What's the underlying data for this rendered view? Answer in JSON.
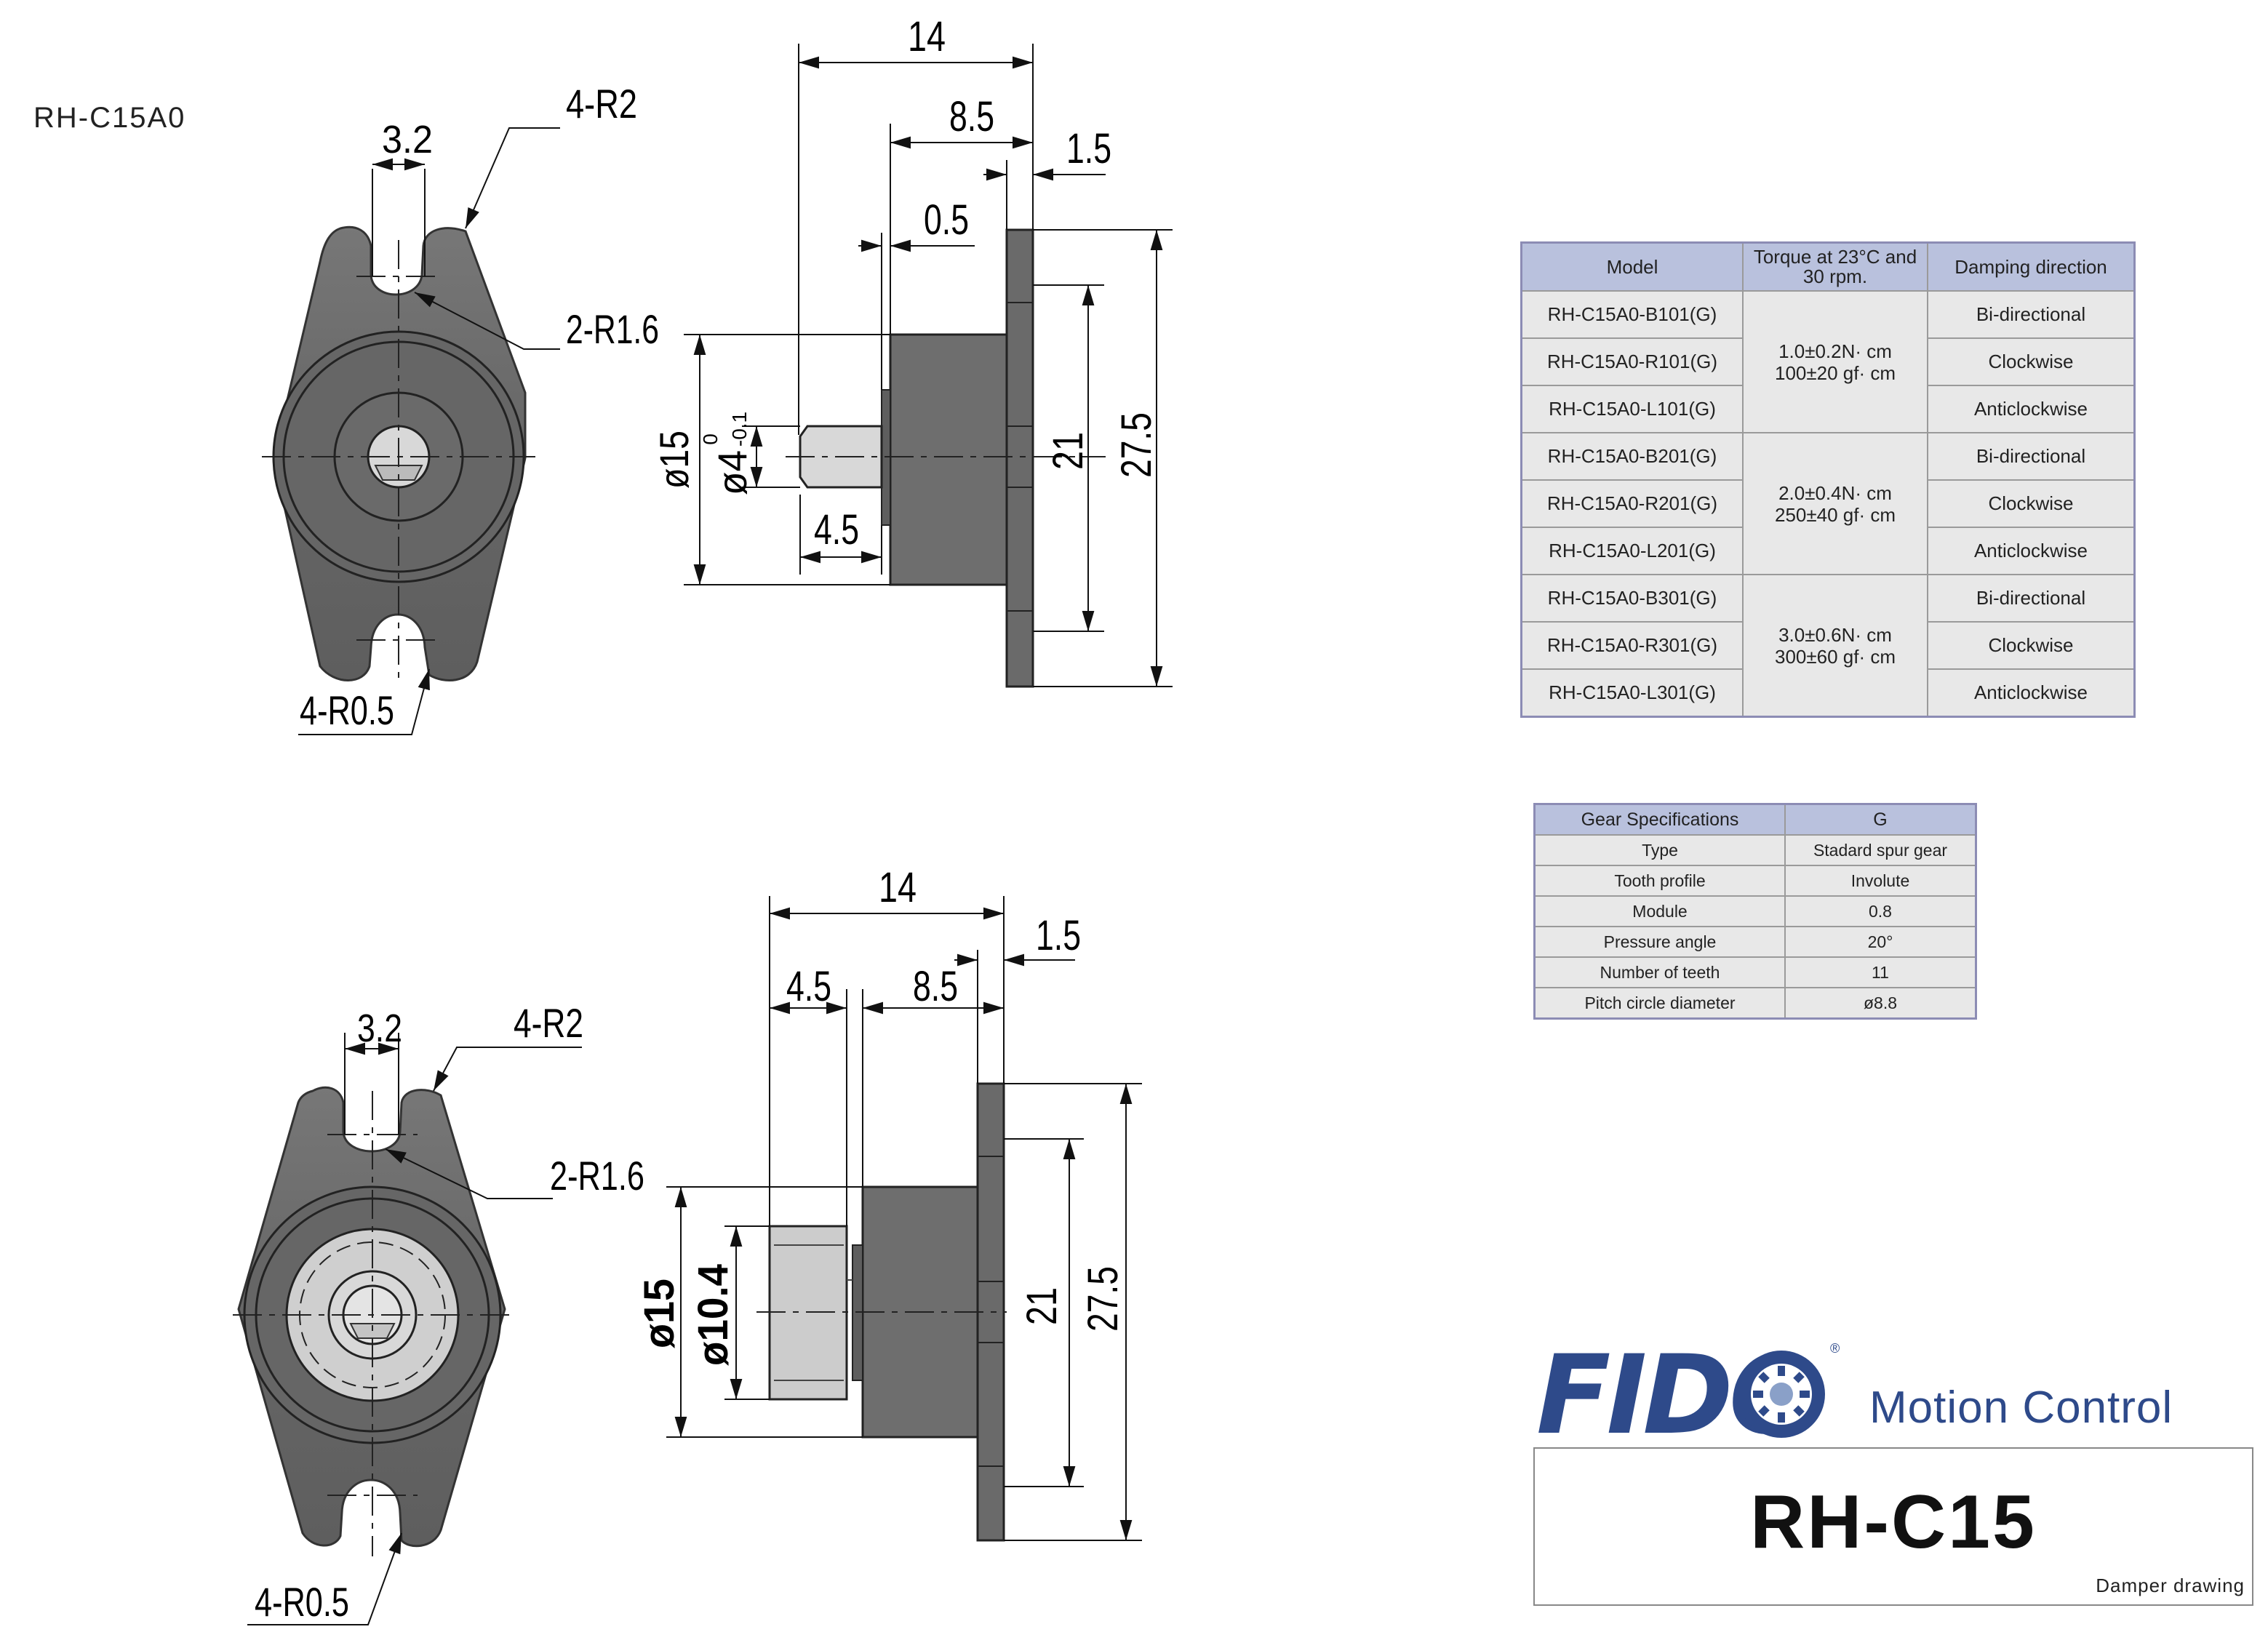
{
  "model_label": "RH-C15A0",
  "views": {
    "top_front": {
      "d_4r2": "4-R2",
      "d_32": "3.2",
      "d_2r16": "2-R1.6",
      "d_4r05": "4-R0.5"
    },
    "top_side": {
      "d_14": "14",
      "d_85": "8.5",
      "d_15": "1.5",
      "d_05": "0.5",
      "d_phi15": "ø15",
      "d_phi4": "ø4",
      "tol_upper": "0",
      "tol_lower": "-0.1",
      "d_45": "4.5",
      "d_21": "21",
      "d_275": "27.5"
    },
    "bottom_front": {
      "d_32": "3.2",
      "d_4r2": "4-R2",
      "d_2r16": "2-R1.6",
      "d_4r05": "4-R0.5"
    },
    "bottom_side": {
      "d_14": "14",
      "d_15": "1.5",
      "d_45": "4.5",
      "d_85": "8.5",
      "d_phi15": "ø15",
      "d_phi104": "ø10.4",
      "d_21": "21",
      "d_275": "27.5"
    }
  },
  "model_table": {
    "headers": [
      "Model",
      "Torque at 23°C and 30 rpm.",
      "Damping direction"
    ],
    "groups": [
      {
        "torque_nm": "1.0±0.2N· cm",
        "torque_gf": "100±20 gf· cm",
        "rows": [
          {
            "model": "RH-C15A0-B101(G)",
            "dir": "Bi-directional"
          },
          {
            "model": "RH-C15A0-R101(G)",
            "dir": "Clockwise"
          },
          {
            "model": "RH-C15A0-L101(G)",
            "dir": "Anticlockwise"
          }
        ]
      },
      {
        "torque_nm": "2.0±0.4N· cm",
        "torque_gf": "250±40 gf· cm",
        "rows": [
          {
            "model": "RH-C15A0-B201(G)",
            "dir": "Bi-directional"
          },
          {
            "model": "RH-C15A0-R201(G)",
            "dir": "Clockwise"
          },
          {
            "model": "RH-C15A0-L201(G)",
            "dir": "Anticlockwise"
          }
        ]
      },
      {
        "torque_nm": "3.0±0.6N· cm",
        "torque_gf": "300±60 gf· cm",
        "rows": [
          {
            "model": "RH-C15A0-B301(G)",
            "dir": "Bi-directional"
          },
          {
            "model": "RH-C15A0-R301(G)",
            "dir": "Clockwise"
          },
          {
            "model": "RH-C15A0-L301(G)",
            "dir": "Anticlockwise"
          }
        ]
      }
    ]
  },
  "gear_table": {
    "headers": [
      "Gear Specifications",
      "G"
    ],
    "rows": [
      [
        "Type",
        "Stadard spur gear"
      ],
      [
        "Tooth profile",
        "Involute"
      ],
      [
        "Module",
        "0.8"
      ],
      [
        "Pressure angle",
        "20°"
      ],
      [
        "Number of teeth",
        "11"
      ],
      [
        "Pitch circle diameter",
        "ø8.8"
      ]
    ]
  },
  "brand": {
    "logo": "FIDO",
    "reg": "®",
    "tagline": "Motion Control"
  },
  "title_block": {
    "title": "RH-C15",
    "subtitle": "Damper drawing"
  },
  "colors": {
    "part_fill": "#6f6f6f",
    "part_dark": "#555555",
    "gear_fill": "#c8c8c8",
    "table_header": "#b9c1dd",
    "table_body": "#e8e8e8",
    "brand_blue": "#2e4a8a"
  }
}
